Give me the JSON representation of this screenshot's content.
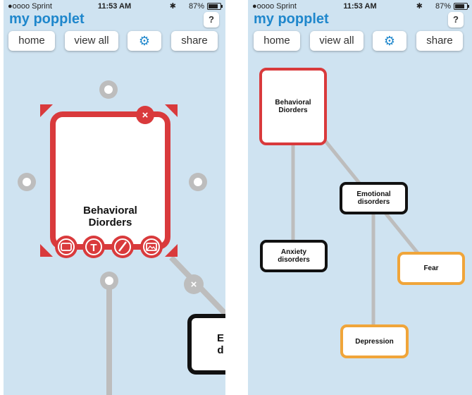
{
  "status_bar": {
    "carrier": "●oooo Sprint",
    "time": "11:53 AM",
    "battery": "87%"
  },
  "app": {
    "title": "my popplet",
    "help": "?"
  },
  "toolbar": {
    "home": "home",
    "view_all": "view all",
    "settings_icon": "gear-icon",
    "share": "share"
  },
  "left_view": {
    "selected_popple": {
      "label": "Behavioral\nDiorders"
    },
    "edit_tools": [
      "frame-icon",
      "text-icon",
      "pen-icon",
      "image-icon"
    ],
    "partial_popple": {
      "label": "E\nd"
    }
  },
  "right_view": {
    "popples": [
      {
        "id": "behavioral",
        "label": "Behavioral\nDiorders",
        "color": "red"
      },
      {
        "id": "emotional",
        "label": "Emotional\ndisorders",
        "color": "black"
      },
      {
        "id": "anxiety",
        "label": "Anxiety\ndisorders",
        "color": "black"
      },
      {
        "id": "fear",
        "label": "Fear",
        "color": "orange"
      },
      {
        "id": "depression",
        "label": "Depression",
        "color": "orange"
      }
    ]
  },
  "colors": {
    "background": "#cfe3f1",
    "brand": "#1f87cc",
    "red": "#d93a3c",
    "orange": "#f0a53a",
    "black": "#111111",
    "connector": "#bdbdbd"
  }
}
